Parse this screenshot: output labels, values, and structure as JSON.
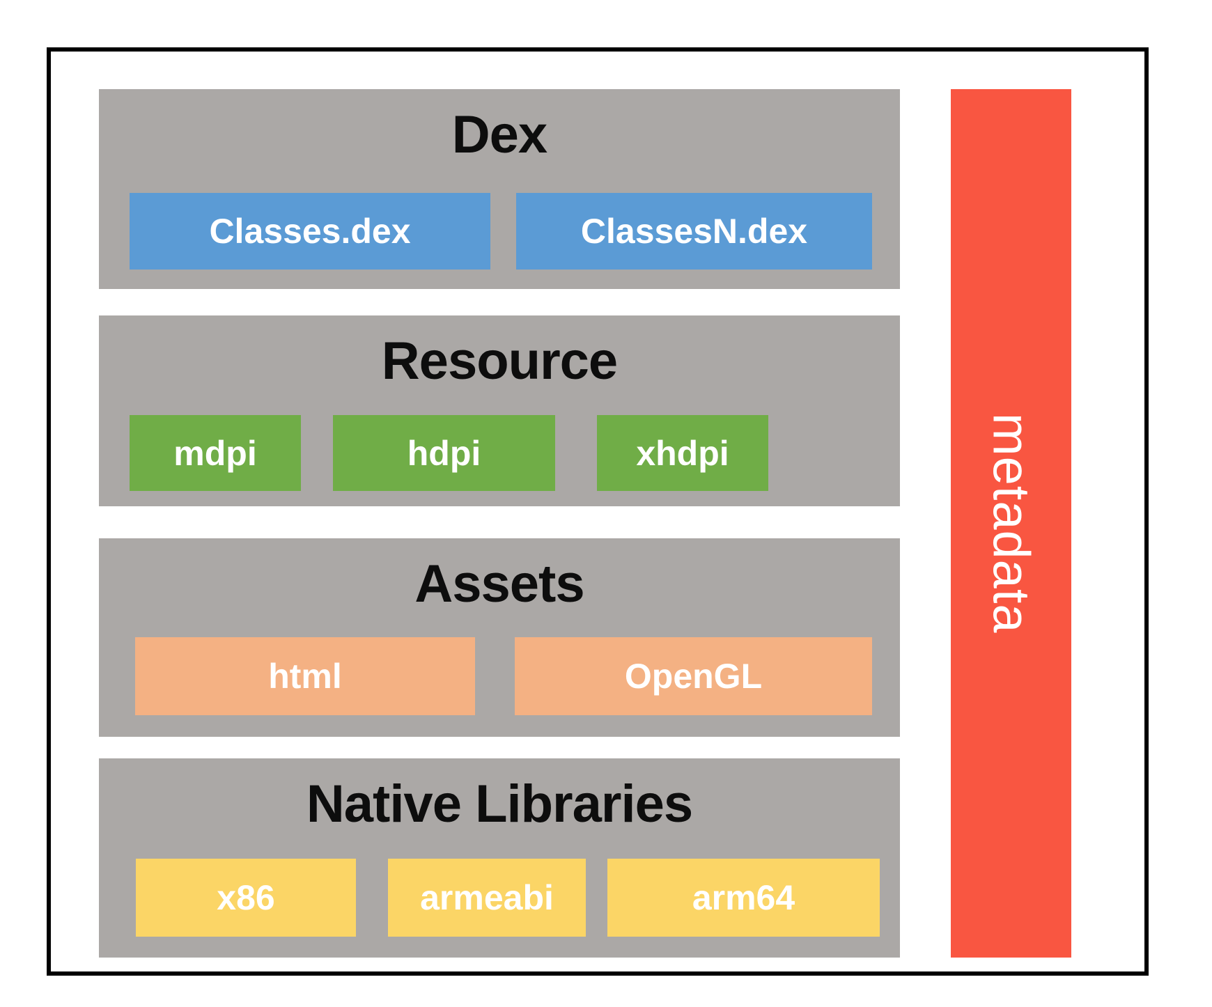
{
  "sections": [
    {
      "title": "Dex",
      "items": [
        {
          "label": "Classes.dex"
        },
        {
          "label": "ClassesN.dex"
        }
      ]
    },
    {
      "title": "Resource",
      "items": [
        {
          "label": "mdpi"
        },
        {
          "label": "hdpi"
        },
        {
          "label": "xhdpi"
        }
      ]
    },
    {
      "title": "Assets",
      "items": [
        {
          "label": "html"
        },
        {
          "label": "OpenGL"
        }
      ]
    },
    {
      "title": "Native Libraries",
      "items": [
        {
          "label": "x86"
        },
        {
          "label": "armeabi"
        },
        {
          "label": "arm64"
        }
      ]
    }
  ],
  "metadata_bar": {
    "label": "metadata"
  },
  "colors": {
    "section_bg": "#ABA8A6",
    "dex_item": "#5B9BD5",
    "resource_item": "#70AD47",
    "assets_item": "#F4B183",
    "native_item": "#FBD566",
    "metadata_bar": "#F95641",
    "frame_border": "#000000",
    "title_text": "#0D0D0D",
    "item_text": "#FFFFFF"
  }
}
